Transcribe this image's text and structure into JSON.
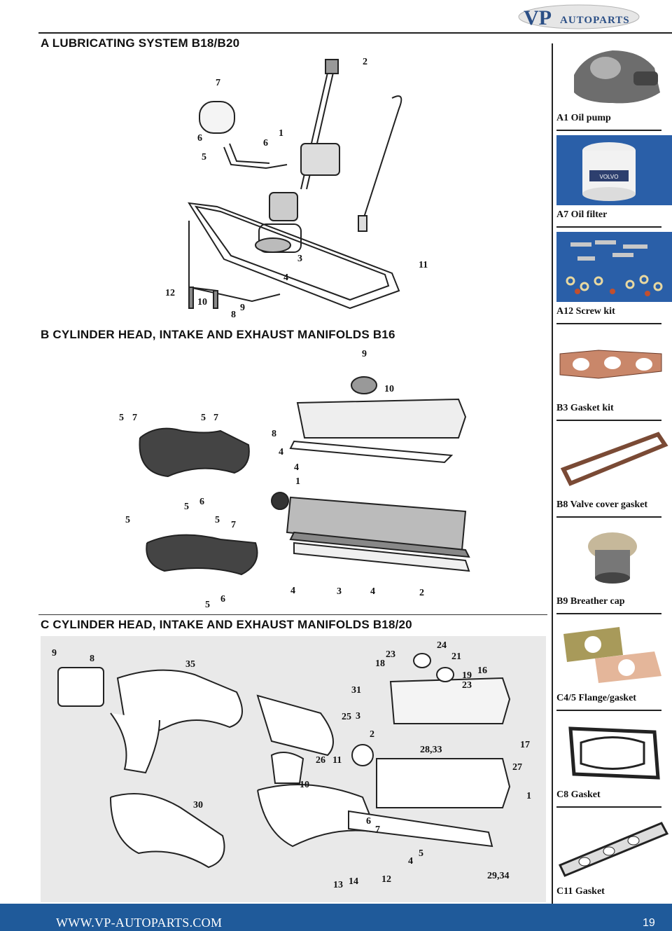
{
  "brand": {
    "logo_text": "VP",
    "logo_sub": "AUTOPARTS"
  },
  "sections": {
    "a": {
      "title": "A LUBRICATING SYSTEM B18/B20"
    },
    "b": {
      "title": "B CYLINDER HEAD, INTAKE AND EXHAUST MANIFOLDS B16"
    },
    "c": {
      "title": "C CYLINDER HEAD, INTAKE AND EXHAUST MANIFOLDS B18/20"
    }
  },
  "callouts": {
    "a": [
      "2",
      "7",
      "6",
      "1",
      "6",
      "5",
      "3",
      "11",
      "4",
      "12",
      "10",
      "9",
      "8"
    ],
    "b": [
      "9",
      "10",
      "5",
      "7",
      "5",
      "7",
      "8",
      "4",
      "4",
      "1",
      "5",
      "6",
      "5",
      "5",
      "7",
      "4",
      "3",
      "4",
      "2",
      "5",
      "6"
    ],
    "c": [
      "9",
      "8",
      "35",
      "23",
      "24",
      "18",
      "21",
      "19",
      "16",
      "23",
      "31",
      "25",
      "3",
      "2",
      "28,33",
      "17",
      "26",
      "11",
      "27",
      "10",
      "1",
      "30",
      "6",
      "7",
      "5",
      "4",
      "13",
      "14",
      "12",
      "29,34"
    ]
  },
  "products": [
    {
      "caption": "A1 Oil pump",
      "icon": "oil-pump-photo"
    },
    {
      "caption": "A7 Oil filter",
      "icon": "oil-filter-photo",
      "label": "VOLVO"
    },
    {
      "caption": "A12 Screw kit",
      "icon": "screw-kit-photo"
    },
    {
      "caption": "B3 Gasket kit",
      "icon": "gasket-kit-photo"
    },
    {
      "caption": "B8 Valve cover gasket",
      "icon": "valve-cover-gasket-photo"
    },
    {
      "caption": "B9 Breather cap",
      "icon": "breather-cap-photo"
    },
    {
      "caption": "C4/5 Flange/gasket",
      "icon": "flange-gasket-photo"
    },
    {
      "caption": "C8 Gasket",
      "icon": "c8-gasket-photo"
    },
    {
      "caption": "C11 Gasket",
      "icon": "c11-gasket-photo"
    }
  ],
  "footer": {
    "url": "WWW.VP-AUTOPARTS.COM",
    "page": "19"
  },
  "colors": {
    "footer_bg": "#1f5a9a",
    "photo_bg_blue": "#2a5fa8",
    "gasket_copper": "#c9876a"
  }
}
